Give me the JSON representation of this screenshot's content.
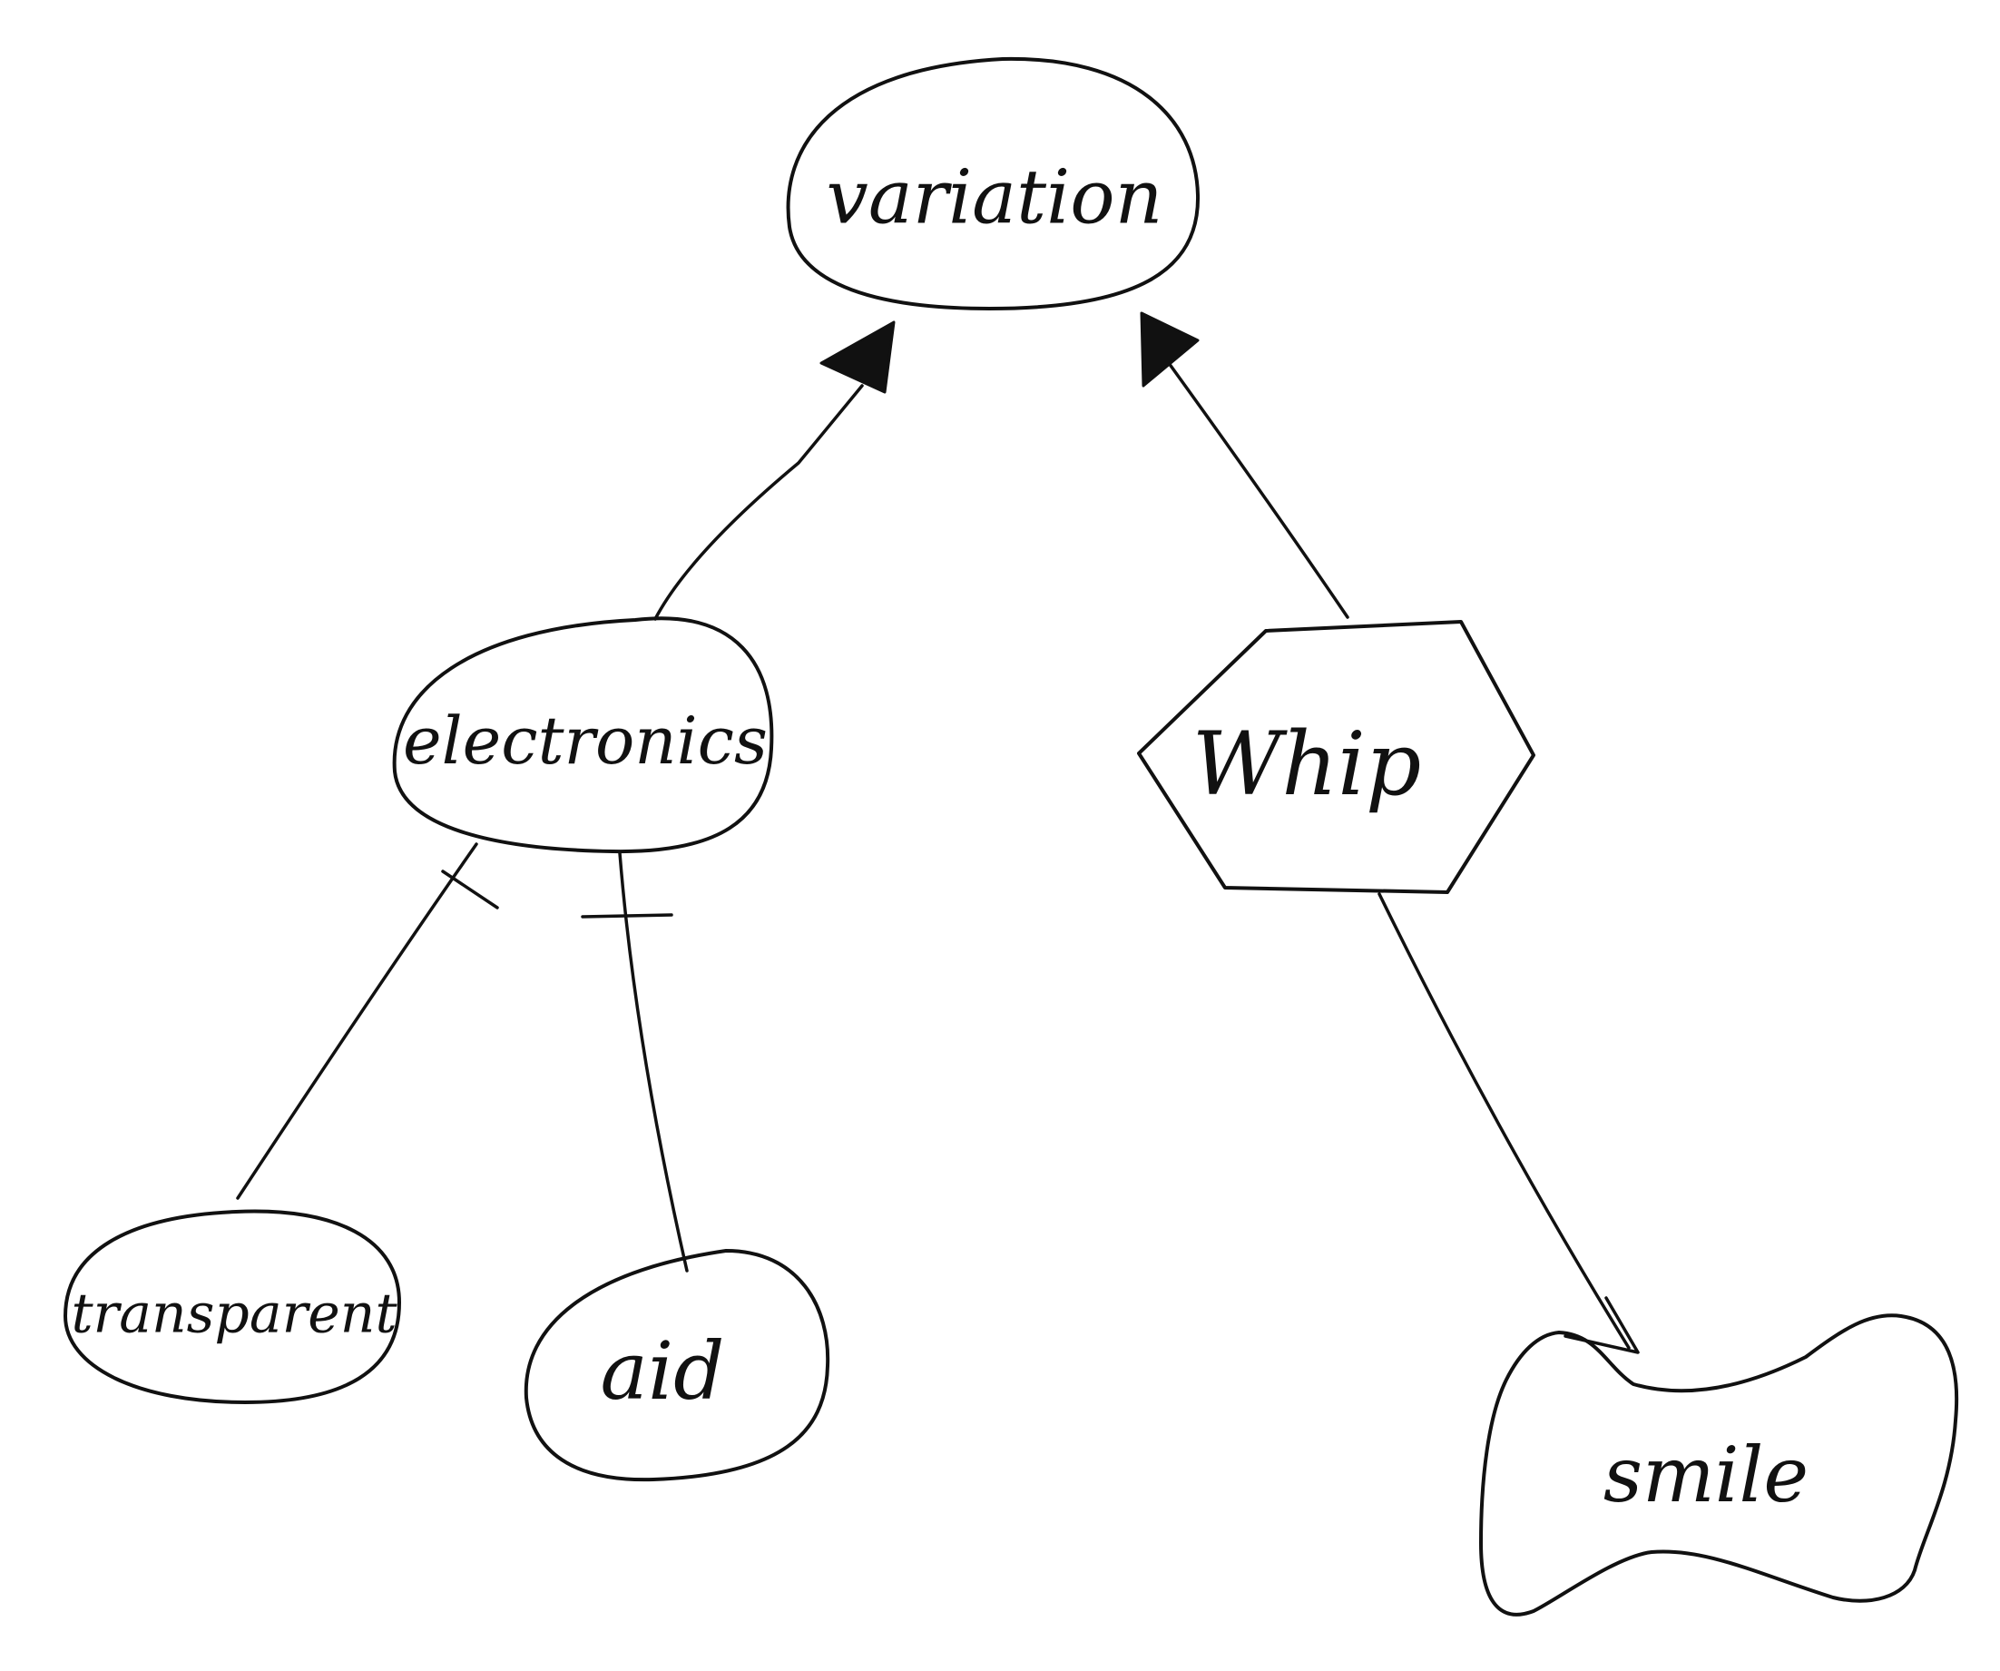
{
  "nodes": {
    "variation": {
      "label": "variation",
      "shape": "ellipse"
    },
    "electronics": {
      "label": "electronics",
      "shape": "ellipse"
    },
    "whip": {
      "label": "Whip",
      "shape": "hexagon"
    },
    "transparent": {
      "label": "transparent",
      "shape": "ellipse"
    },
    "aid": {
      "label": "aid",
      "shape": "ellipse"
    },
    "smile": {
      "label": "smile",
      "shape": "bowtie-blob"
    }
  },
  "edges": [
    {
      "from": "electronics",
      "to": "variation",
      "type": "generalization-arrow"
    },
    {
      "from": "whip",
      "to": "variation",
      "type": "generalization-arrow"
    },
    {
      "from": "electronics",
      "to": "transparent",
      "type": "line-with-bar"
    },
    {
      "from": "electronics",
      "to": "aid",
      "type": "line-with-bar"
    },
    {
      "from": "whip",
      "to": "smile",
      "type": "open-arrow"
    }
  ],
  "colors": {
    "ink": "#111111",
    "background": "#ffffff"
  }
}
